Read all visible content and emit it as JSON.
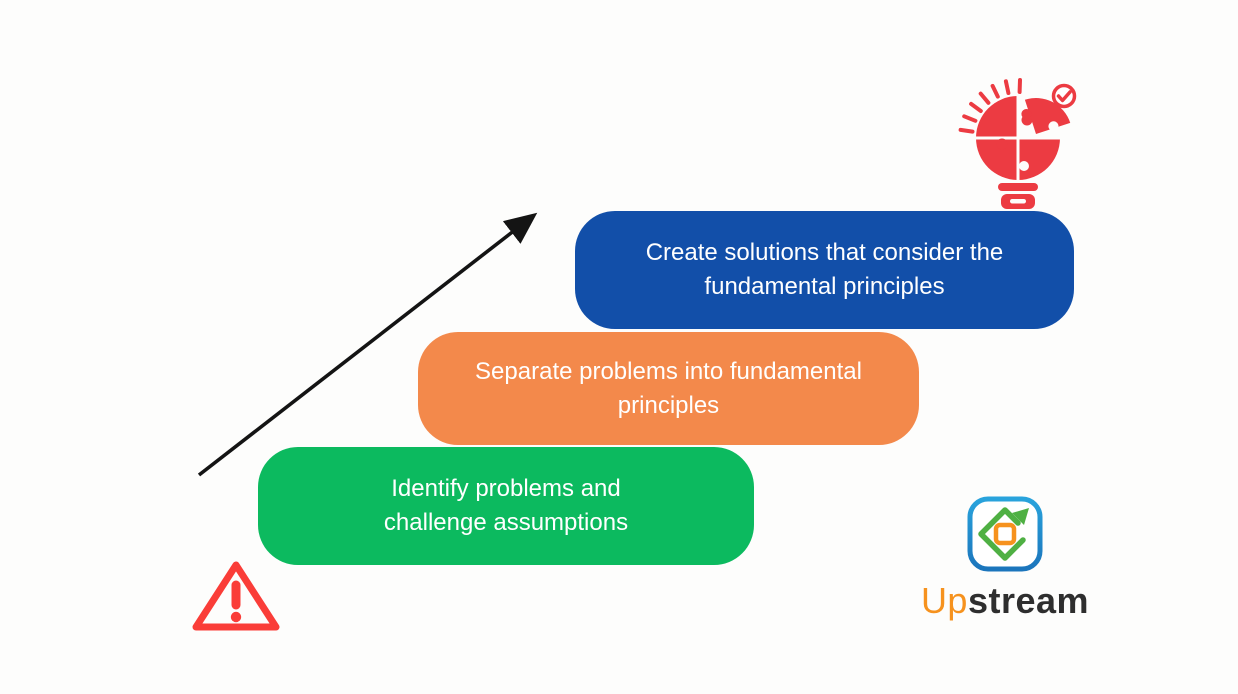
{
  "colors": {
    "background": "#FDFDFC",
    "step_text": "#FFFFFF",
    "arrow_black": "#141414",
    "alert_red": "#FA3D38",
    "bulb_red": "#EC3B42",
    "logo_blue": "#29A3DC",
    "logo_blue_dark": "#1B75BC",
    "logo_green": "#4FB043",
    "logo_orange": "#F6921E",
    "wordmark_up": "#F6921E",
    "wordmark_stream": "#2E2E2E"
  },
  "steps": [
    {
      "label": "Identify problems and challenge assumptions",
      "color": "#0CBA5F"
    },
    {
      "label": "Separate problems into fundamental principles",
      "color": "#F3894B"
    },
    {
      "label": "Create solutions that consider the fundamental principles",
      "color": "#124FA9"
    }
  ],
  "icons": {
    "growth": "upward-diagonal-arrow",
    "alert": "warning-triangle-icon",
    "idea": "lightbulb-puzzle-check-icon",
    "brand": "upstream-logo-icon"
  },
  "logo": {
    "word_up": "Up",
    "word_stream": "stream"
  }
}
